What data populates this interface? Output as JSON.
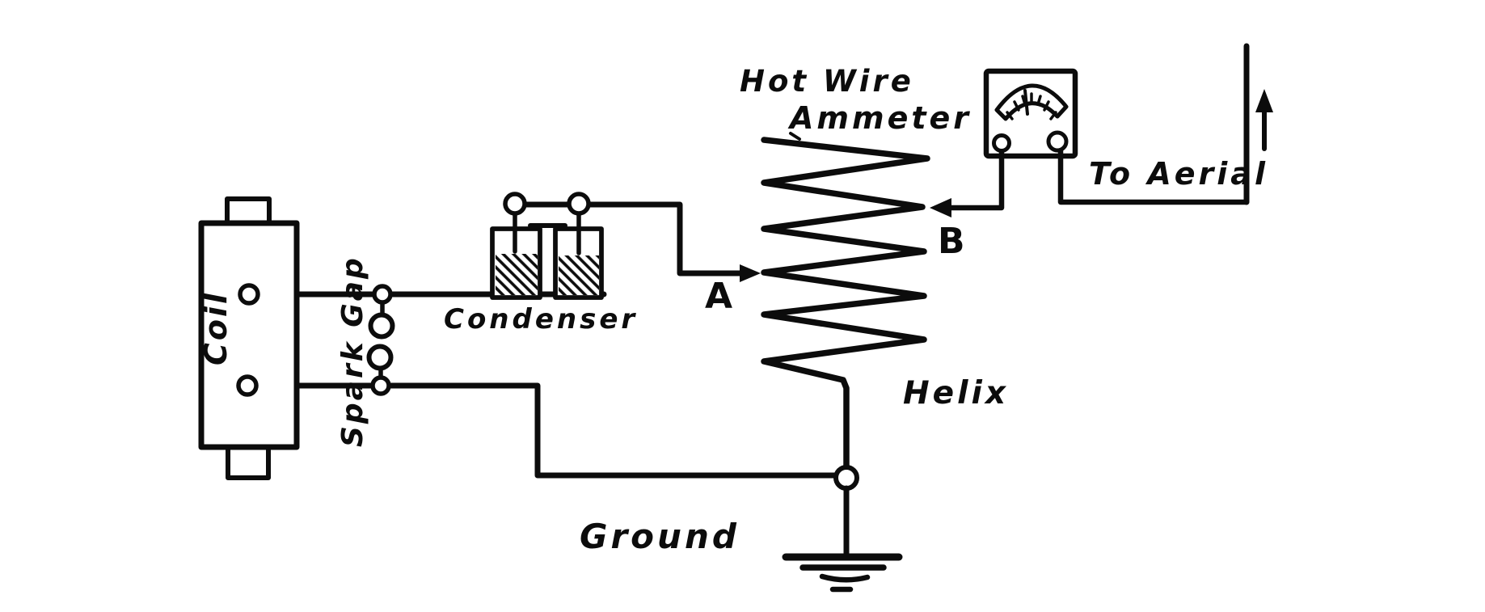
{
  "diagram": {
    "colors": {
      "ink": "#0c0c0c",
      "background": "#ffffff"
    },
    "labels": {
      "coil": "Coil",
      "spark_gap": "Spark Gap",
      "condenser": "Condenser",
      "ammeter_line1": "Hot Wire",
      "ammeter_line2": "Ammeter",
      "point_a": "A",
      "point_b": "B",
      "to_aerial": "To Aerial",
      "helix": "Helix",
      "ground": "Ground"
    },
    "icons": {
      "helix-coil-icon": "zigzag-polyline",
      "spark-gap-icon": "two-facing-ball-pairs",
      "condenser-icon": "two-hatched-leyden-jars",
      "ammeter-icon": "box-with-dial-scale-and-two-terminals",
      "ground-icon": "stacked-shrinking-bars",
      "flow-arrow-icon": "solid-triangle-arrowhead",
      "junction-icon": "open-circle-node"
    }
  }
}
